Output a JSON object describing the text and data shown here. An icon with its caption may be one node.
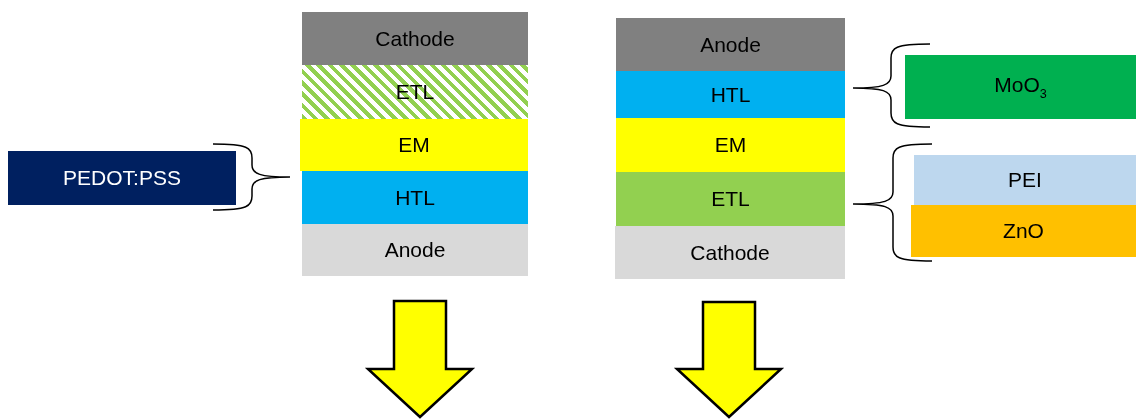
{
  "diagram": {
    "nodes": [
      {
        "text": [
          "Cathode"
        ]
      },
      {
        "text": [
          "ETL"
        ]
      },
      {
        "text": [
          "EM"
        ]
      },
      {
        "text": [
          "HTL"
        ]
      },
      {
        "text": [
          "Anode"
        ]
      },
      {
        "text": [
          "PEDOT:PSS"
        ]
      },
      {
        "text": [
          "Anode"
        ]
      },
      {
        "text": [
          "HTL"
        ]
      },
      {
        "text": [
          "EM"
        ]
      },
      {
        "text": [
          "ETL"
        ]
      },
      {
        "text": [
          "Cathode"
        ]
      },
      {
        "text": [
          "MoO$_{3}$"
        ]
      },
      {
        "text": [
          "PEI"
        ]
      },
      {
        "text": [
          "ZnO"
        ]
      }
    ]
  }
}
